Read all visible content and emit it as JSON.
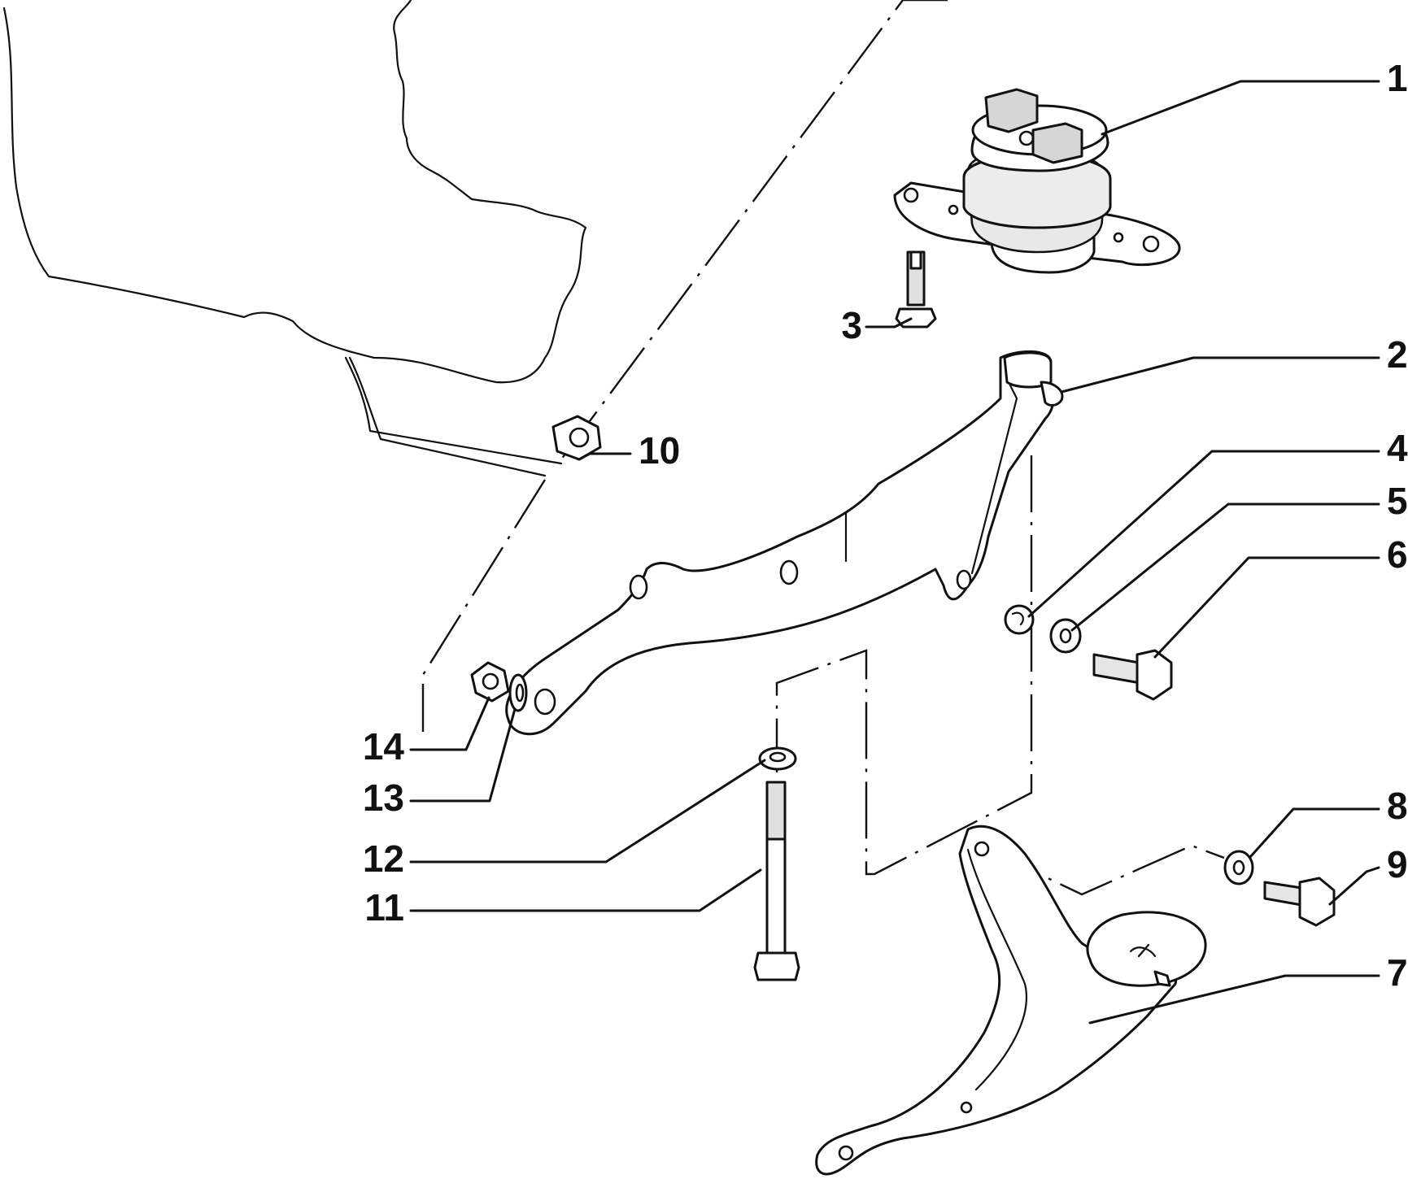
{
  "diagram": {
    "callouts": [
      {
        "id": "1",
        "label": "1"
      },
      {
        "id": "2",
        "label": "2"
      },
      {
        "id": "3",
        "label": "3"
      },
      {
        "id": "4",
        "label": "4"
      },
      {
        "id": "5",
        "label": "5"
      },
      {
        "id": "6",
        "label": "6"
      },
      {
        "id": "7",
        "label": "7"
      },
      {
        "id": "8",
        "label": "8"
      },
      {
        "id": "9",
        "label": "9"
      },
      {
        "id": "10",
        "label": "10"
      },
      {
        "id": "11",
        "label": "11"
      },
      {
        "id": "12",
        "label": "12"
      },
      {
        "id": "13",
        "label": "13"
      },
      {
        "id": "14",
        "label": "14"
      }
    ]
  }
}
